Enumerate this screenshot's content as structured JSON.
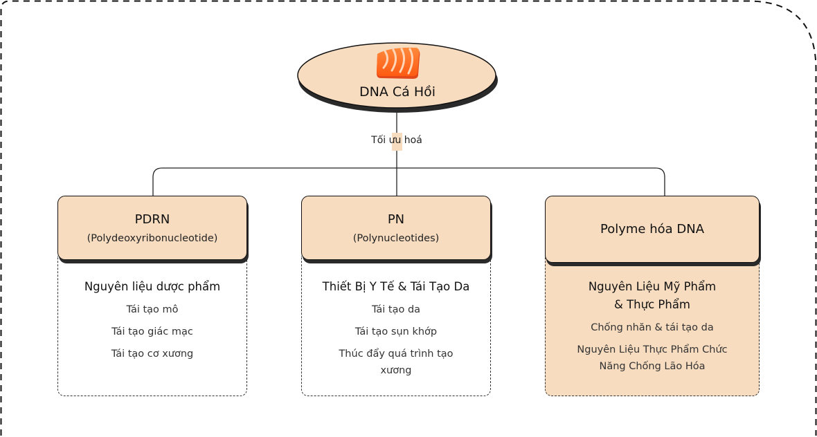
{
  "root": {
    "title": "DNA Cá Hồi",
    "icon": "salmon-fillet-icon"
  },
  "connector_label": "Tối ưu hoá",
  "colors": {
    "card_fill": "#f7dcc0",
    "outline": "#111111",
    "salmon_orange": "#ff6a1f"
  },
  "branches": [
    {
      "title": "PDRN",
      "subtitle": "(Polydeoxyribonucleotide)",
      "heading": "Nguyên liệu dược phẩm",
      "items": [
        "Tái tạo mô",
        "Tái tạo giác mạc",
        "Tái tạo cơ xương"
      ]
    },
    {
      "title": "PN",
      "subtitle": "(Polynucleotides)",
      "heading": "Thiết Bị Y Tế & Tái Tạo Da",
      "items": [
        "Tái tạo da",
        "Tái tạo sụn khớp",
        "Thúc đẩy quá trình tạo xương"
      ]
    },
    {
      "title": "Polyme hóa DNA",
      "subtitle": "",
      "heading": "Nguyên Liệu Mỹ Phẩm & Thực Phẩm",
      "items": [
        "Chống nhăn & tái tạo da",
        "Nguyên Liệu Thực Phẩm Chức Năng Chống Lão Hóa"
      ]
    }
  ]
}
